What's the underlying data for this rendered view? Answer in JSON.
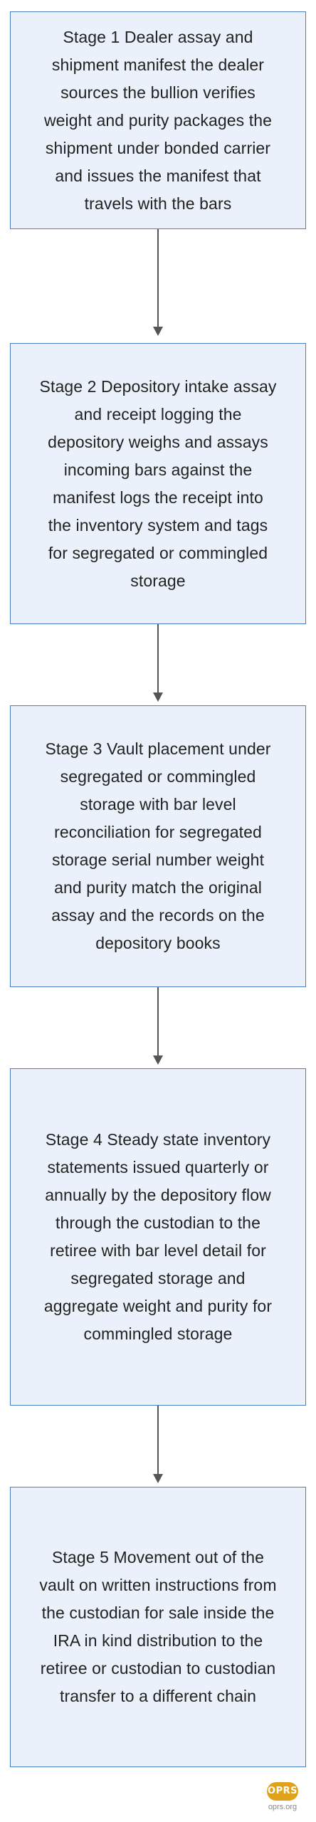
{
  "stages": [
    {
      "text": "Stage 1 Dealer assay and shipment manifest the dealer sources the bullion verifies weight and purity packages the shipment under bonded carrier and issues the manifest that travels with the bars"
    },
    {
      "text": "Stage 2 Depository intake assay and receipt logging the depository weighs and assays incoming bars against the manifest logs the receipt into the inventory system and tags for segregated or commingled storage"
    },
    {
      "text": "Stage 3 Vault placement under segregated or commingled storage with bar level reconciliation for segregated storage serial number weight and purity match the original assay and the records on the depository books"
    },
    {
      "text": "Stage 4 Steady state inventory statements issued quarterly or annually by the depository flow through the custodian to the retiree with bar level detail for segregated storage and aggregate weight and purity for commingled storage"
    },
    {
      "text": "Stage 5 Movement out of the vault on written instructions from the custodian for sale inside the IRA in kind distribution to the retiree or custodian to custodian transfer to a different chain"
    }
  ],
  "logo": {
    "badge": "OPRS",
    "url": "oprs.org"
  },
  "colors": {
    "box_fill": "#eaf1fb",
    "box_border": "#4a7fc1",
    "arrow": "#555555",
    "logo": "#e0a21b"
  }
}
